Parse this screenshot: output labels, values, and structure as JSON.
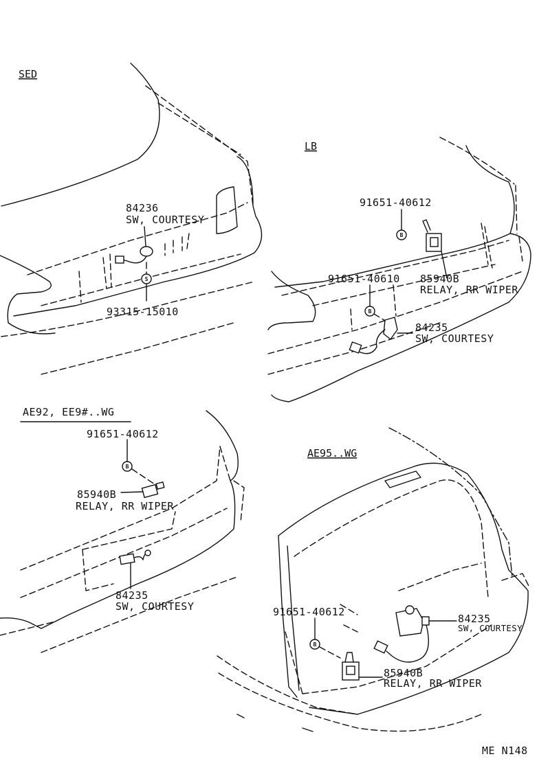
{
  "variants": {
    "sedan": {
      "title": "SED",
      "courtesy_switch_number": "84236",
      "courtesy_switch_name": "SW, COURTESY",
      "screw_number": "93315-15010",
      "screw_badge": "S"
    },
    "liftback": {
      "title": "LB",
      "bolt1_number": "91651-40612",
      "bolt2_number": "91651-40610",
      "relay_number": "85940B",
      "relay_name": "RELAY, RR WIPER",
      "courtesy_switch_number": "84235",
      "courtesy_switch_name": "SW, COURTESY",
      "bolt_badge": "B"
    },
    "wagon_ae92": {
      "title": "AE92, EE9#..WG",
      "bolt_number": "91651-40612",
      "relay_number": "85940B",
      "relay_name": "RELAY, RR WIPER",
      "courtesy_switch_number": "84235",
      "courtesy_switch_name": "SW, COURTESY",
      "bolt_badge": "B"
    },
    "wagon_ae95": {
      "title": "AE95..WG",
      "bolt_number": "91651-40612",
      "courtesy_switch_number": "84235",
      "courtesy_switch_name": "SW, COURTESY",
      "relay_number": "85940B",
      "relay_name": "RELAY, RR WIPER",
      "bolt_badge": "B"
    }
  },
  "drawing_code": "ME N148"
}
